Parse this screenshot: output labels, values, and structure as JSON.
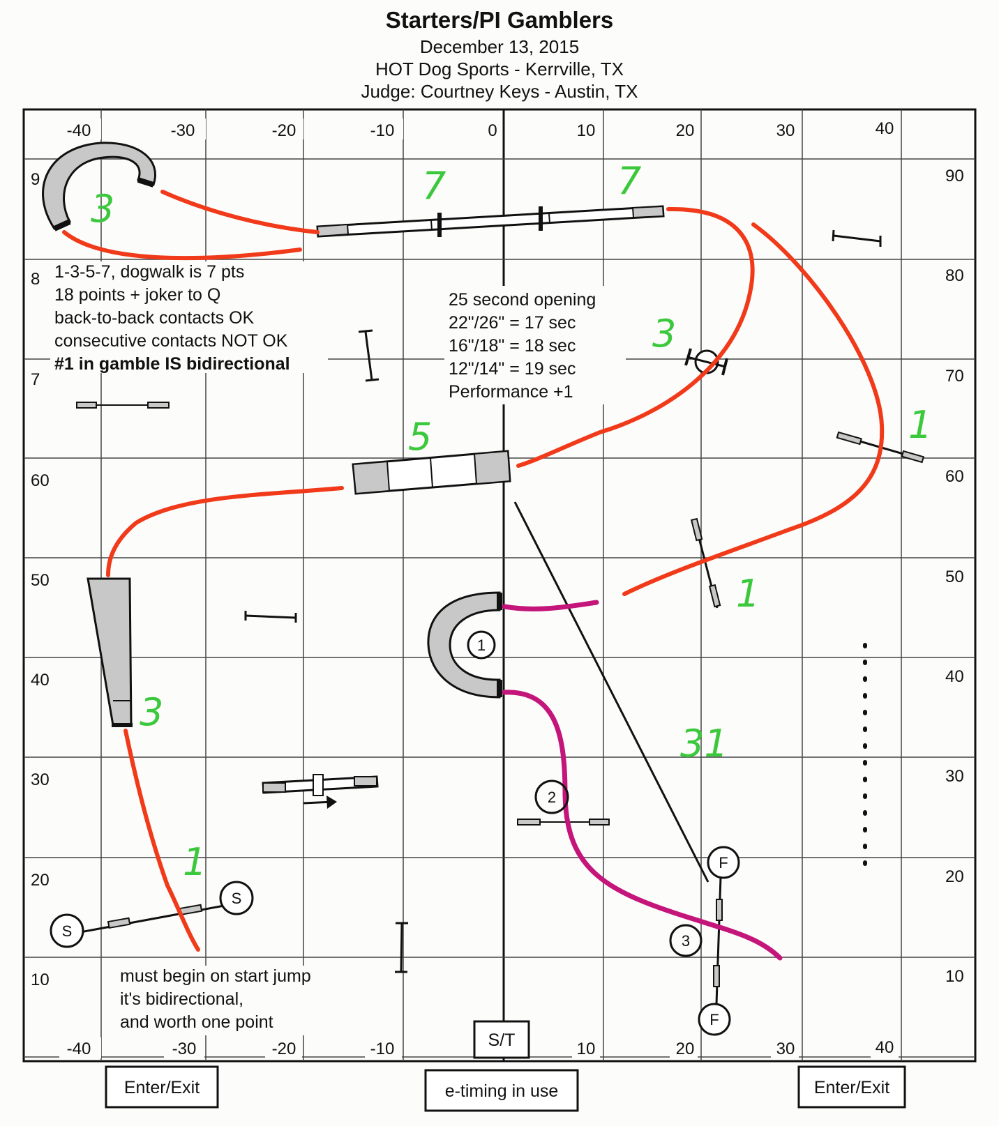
{
  "header": {
    "title": "Starters/PI Gamblers",
    "date": "December 13, 2015",
    "venue": "HOT Dog Sports - Kerrville, TX",
    "judge": "Judge: Courtney Keys - Austin, TX"
  },
  "axes": {
    "x_labels_top": [
      "-40",
      "-30",
      "-20",
      "-10",
      "0",
      "10",
      "20",
      "30",
      "40"
    ],
    "x_labels_bottom": [
      "-40",
      "-30",
      "-20",
      "-10",
      "10",
      "20",
      "30",
      "40"
    ],
    "y_labels_left": [
      "9",
      "8",
      "7",
      "60",
      "50",
      "40",
      "30",
      "20",
      "10"
    ],
    "y_labels_right": [
      "90",
      "80",
      "70",
      "60",
      "50",
      "40",
      "30",
      "20",
      "10"
    ]
  },
  "notes": {
    "rules": [
      "1-3-5-7, dogwalk is 7 pts",
      "18 points + joker to Q",
      "back-to-back contacts OK",
      "consecutive contacts NOT OK",
      "#1 in gamble IS bidirectional"
    ],
    "timing": [
      "25 second opening",
      "22\"/26\" = 17 sec",
      "16\"/18\" = 18 sec",
      "12\"/14\" = 19 sec",
      "Performance +1"
    ],
    "start_note": [
      "must begin on start jump",
      "it's bidirectional,",
      "and worth one point"
    ]
  },
  "point_labels": {
    "tunnel_top_left": "3",
    "dogwalk_a": "7",
    "dogwalk_b": "7",
    "tire": "3",
    "aframe": "5",
    "jump_right": "1",
    "jump_center_right": "1",
    "chute": "3",
    "start_jump": "1",
    "gamble": "31"
  },
  "markers": {
    "start_left": "S",
    "start_right": "S",
    "finish_top": "F",
    "finish_bottom": "F",
    "gamble_1": "1",
    "gamble_2": "2",
    "gamble_3": "3"
  },
  "boxes": {
    "scribe_timer": "S/T",
    "enter_exit_left": "Enter/Exit",
    "etiming": "e-timing in use",
    "enter_exit_right": "Enter/Exit"
  },
  "colors": {
    "dog_path": "#f03a1a",
    "gamble_path": "#c4157a",
    "handwritten_points": "#3cc83c",
    "equipment_fill": "#c8c8c8"
  }
}
